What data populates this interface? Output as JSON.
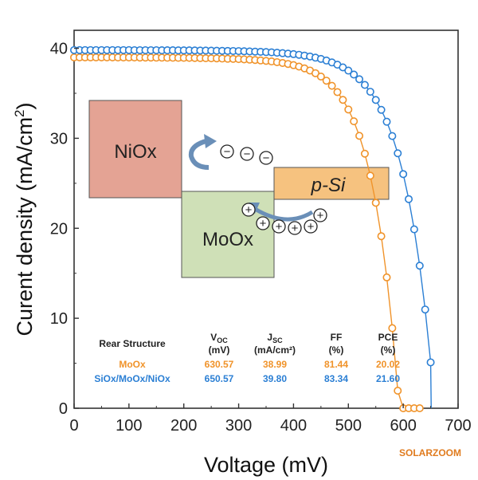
{
  "chart_data": {
    "type": "scatter",
    "xlabel": "Voltage (mV)",
    "ylabel": "Curent density (mA/cm",
    "ylabel_sup": "2",
    "ylabel_tail": ")",
    "xlim": [
      0,
      700
    ],
    "ylim": [
      0,
      42
    ],
    "x_ticks": [
      "0",
      "100",
      "200",
      "300",
      "400",
      "500",
      "600",
      "700"
    ],
    "y_ticks": [
      "0",
      "10",
      "20",
      "30",
      "40"
    ],
    "grid": false,
    "series": [
      {
        "name": "MoOx",
        "color": "#f0932a",
        "x": [
          0,
          10,
          20,
          30,
          40,
          50,
          60,
          70,
          80,
          90,
          100,
          110,
          120,
          130,
          140,
          150,
          160,
          170,
          180,
          190,
          200,
          210,
          220,
          230,
          240,
          250,
          260,
          270,
          280,
          290,
          300,
          310,
          320,
          330,
          340,
          350,
          360,
          370,
          380,
          390,
          400,
          410,
          420,
          430,
          440,
          450,
          460,
          470,
          480,
          490,
          500,
          510,
          520,
          530,
          540,
          550,
          560,
          570,
          580,
          590,
          600,
          610,
          620,
          630
        ],
        "y": [
          38.99,
          38.99,
          38.99,
          38.99,
          38.99,
          38.99,
          38.99,
          38.99,
          38.98,
          38.98,
          38.98,
          38.98,
          38.97,
          38.97,
          38.97,
          38.96,
          38.96,
          38.95,
          38.95,
          38.94,
          38.94,
          38.93,
          38.92,
          38.91,
          38.9,
          38.89,
          38.88,
          38.86,
          38.84,
          38.82,
          38.8,
          38.77,
          38.74,
          38.7,
          38.65,
          38.6,
          38.54,
          38.46,
          38.37,
          38.26,
          38.13,
          37.97,
          37.77,
          37.53,
          37.23,
          36.86,
          36.4,
          35.83,
          35.13,
          34.27,
          33.2,
          31.89,
          30.27,
          28.29,
          25.84,
          22.83,
          19.12,
          14.54,
          8.9,
          1.95,
          0,
          0,
          0,
          0
        ]
      },
      {
        "name": "SiOx/MoOx/NiOx",
        "color": "#2b7fd4",
        "x": [
          0,
          10,
          20,
          30,
          40,
          50,
          60,
          70,
          80,
          90,
          100,
          110,
          120,
          130,
          140,
          150,
          160,
          170,
          180,
          190,
          200,
          210,
          220,
          230,
          240,
          250,
          260,
          270,
          280,
          290,
          300,
          310,
          320,
          330,
          340,
          350,
          360,
          370,
          380,
          390,
          400,
          410,
          420,
          430,
          440,
          450,
          460,
          470,
          480,
          490,
          500,
          510,
          520,
          530,
          540,
          550,
          560,
          570,
          580,
          590,
          600,
          610,
          620,
          630,
          640,
          650
        ],
        "y": [
          39.8,
          39.8,
          39.8,
          39.8,
          39.8,
          39.8,
          39.8,
          39.8,
          39.8,
          39.8,
          39.8,
          39.79,
          39.79,
          39.79,
          39.79,
          39.79,
          39.78,
          39.78,
          39.78,
          39.77,
          39.77,
          39.77,
          39.76,
          39.75,
          39.75,
          39.74,
          39.73,
          39.72,
          39.71,
          39.7,
          39.69,
          39.67,
          39.65,
          39.63,
          39.61,
          39.58,
          39.55,
          39.51,
          39.46,
          39.41,
          39.35,
          39.28,
          39.19,
          39.09,
          38.96,
          38.82,
          38.64,
          38.43,
          38.18,
          37.88,
          37.52,
          37.08,
          36.56,
          35.93,
          35.17,
          34.26,
          33.16,
          31.84,
          30.25,
          28.33,
          26.02,
          23.24,
          19.88,
          15.84,
          10.97,
          5.1
        ]
      }
    ],
    "table": {
      "headers": [
        "Rear Structure",
        "V",
        "J",
        "FF",
        "PCE"
      ],
      "header_subs": [
        "",
        "OC",
        "SC",
        "",
        ""
      ],
      "units": [
        "",
        "(mV)",
        "(mA/cm²)",
        "(%)",
        "(%)"
      ],
      "rows": [
        {
          "label": "MoOx",
          "values": [
            "630.57",
            "38.99",
            "81.44",
            "20.02"
          ]
        },
        {
          "label": "SiOx/MoOx/NiOx",
          "values": [
            "650.57",
            "39.80",
            "83.34",
            "21.60"
          ]
        }
      ]
    },
    "inset": {
      "niox": "NiOx",
      "moox": "MoOx",
      "psi": "p-Si",
      "minus": "−",
      "plus": "+"
    },
    "watermark": "SOLARZOOM"
  }
}
